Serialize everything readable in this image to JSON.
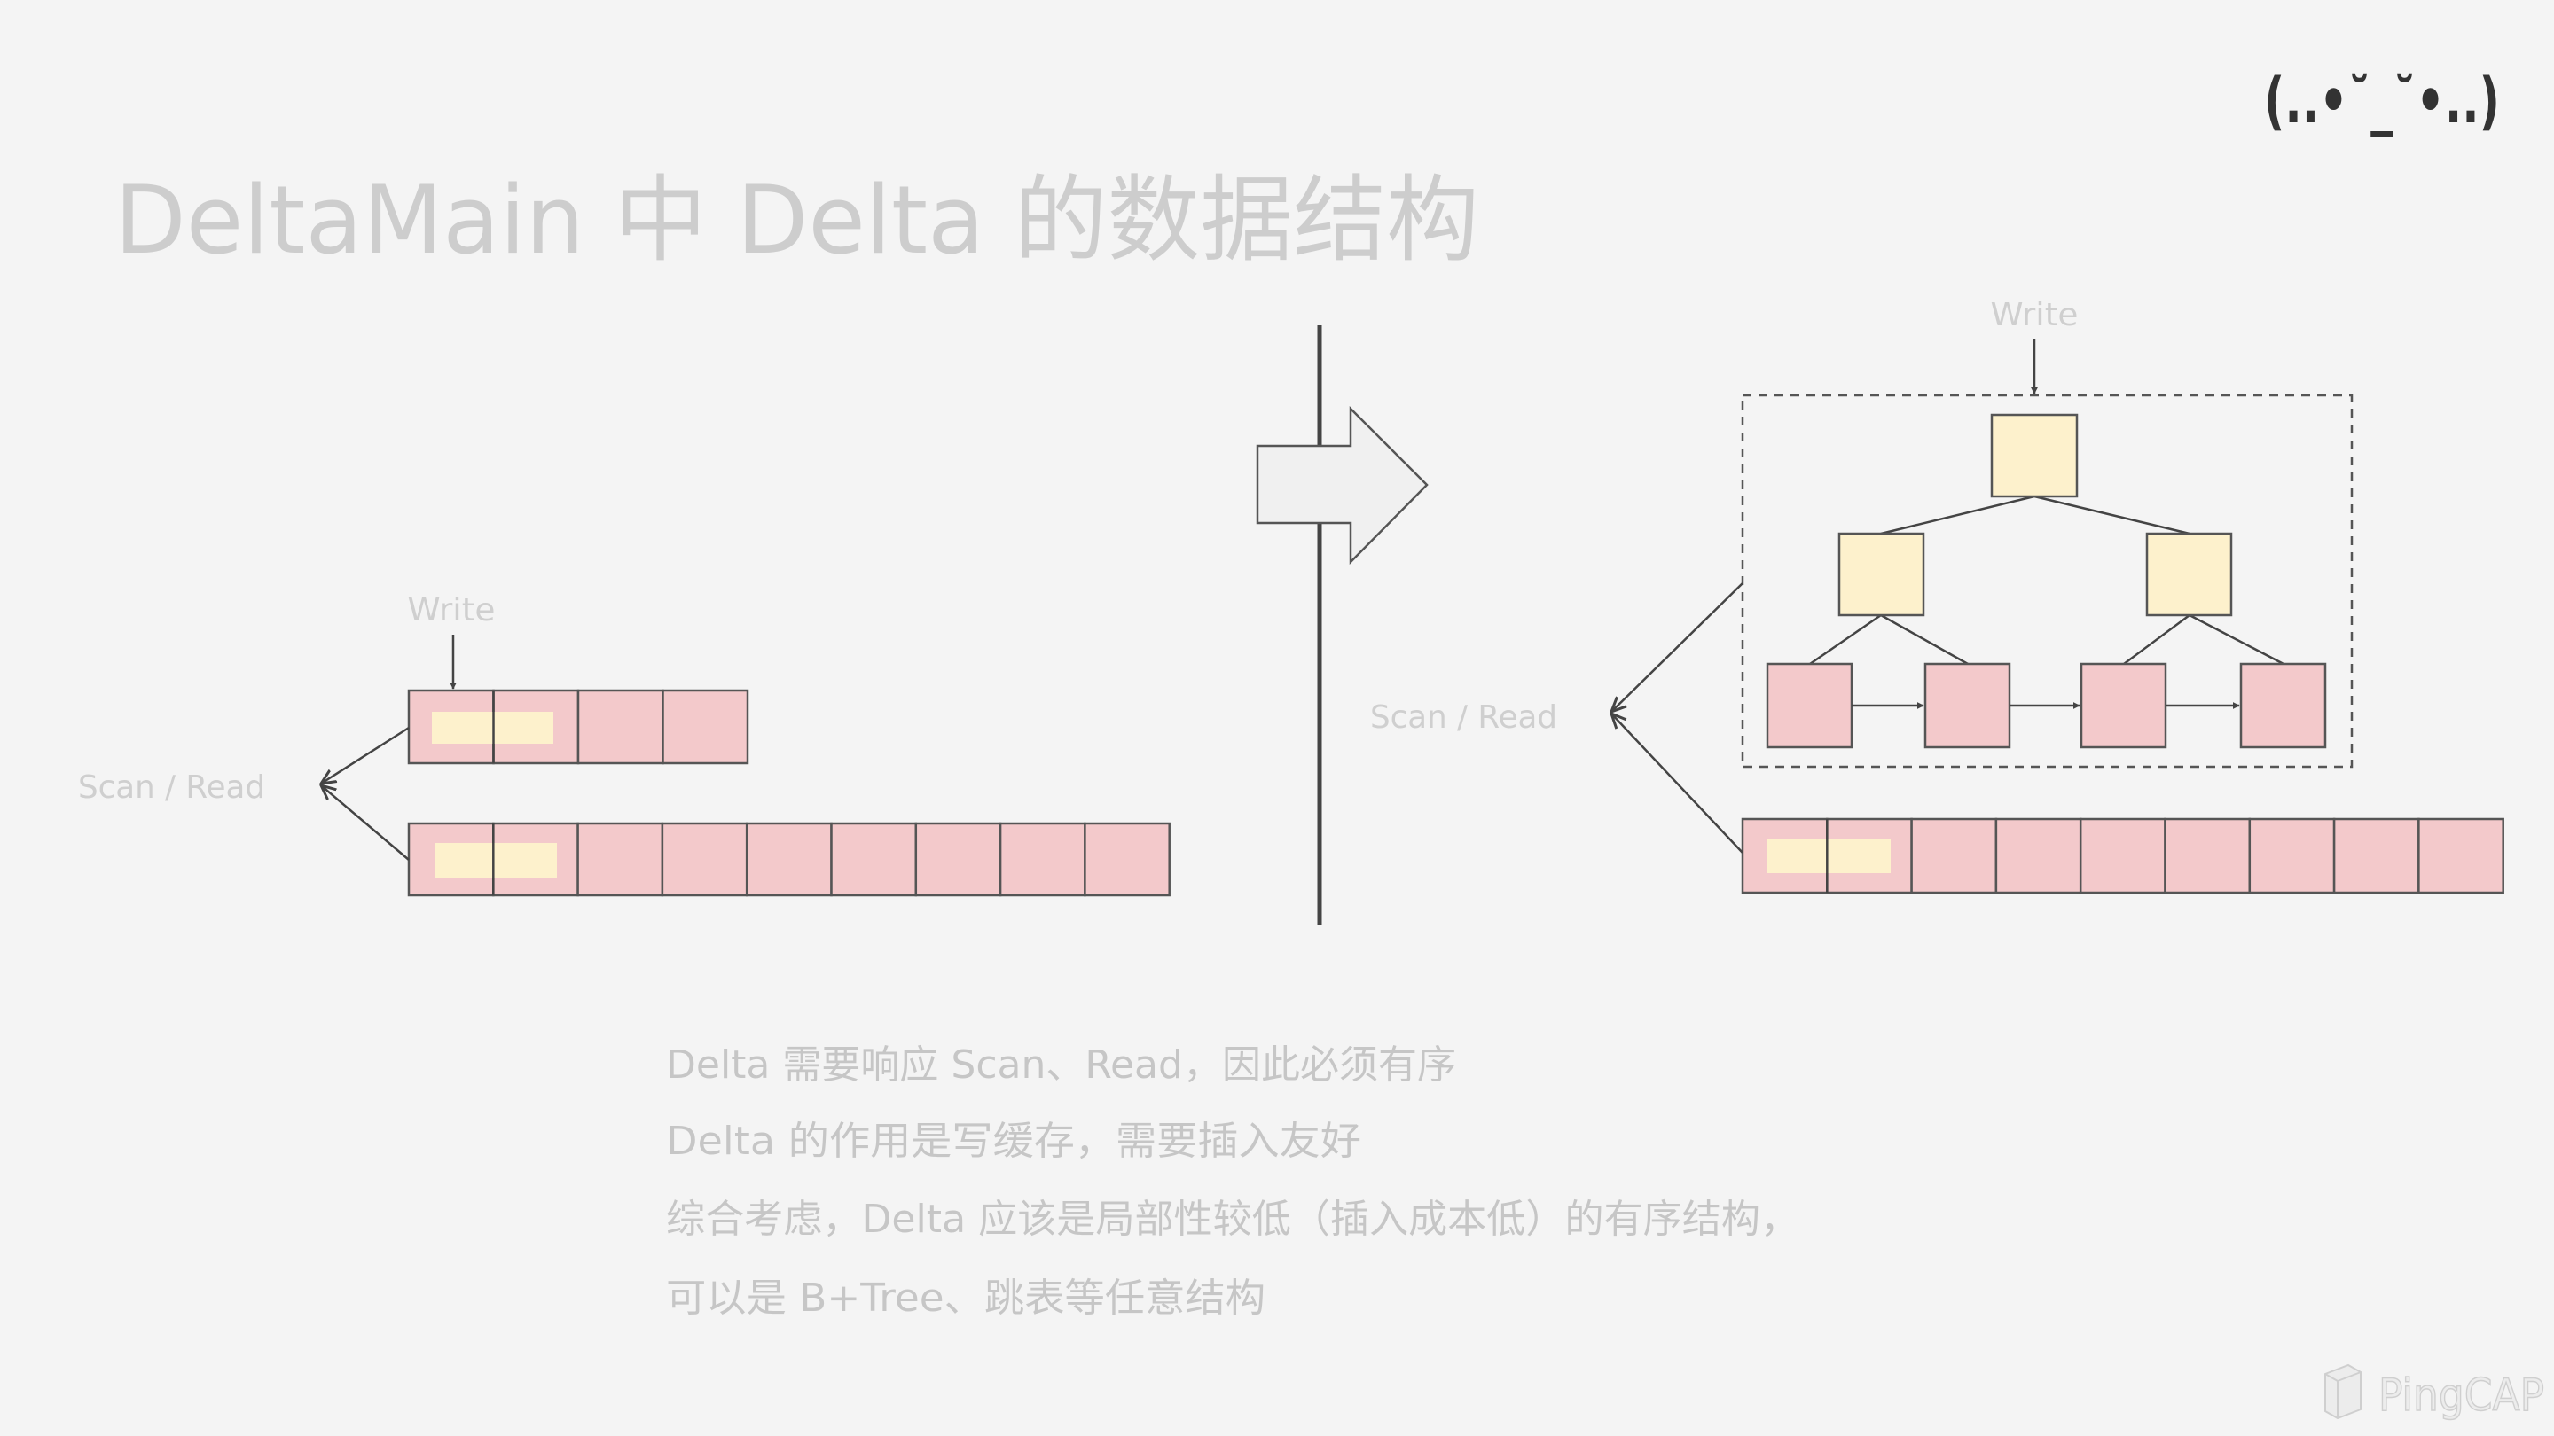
{
  "slide": {
    "title": "DeltaMain 中 Delta 的数据结构",
    "kaomoji": "(..•˘_˘•..)",
    "logo_text": "PingCAP"
  },
  "left_diagram": {
    "write_label": "Write",
    "scan_read_label": "Scan / Read"
  },
  "right_diagram": {
    "write_label": "Write",
    "scan_read_label": "Scan / Read"
  },
  "notes": [
    "Delta 需要响应 Scan、Read，因此必须有序",
    "Delta 的作用是写缓存，需要插入友好",
    "综合考虑，Delta 应该是局部性较低（插入成本低）的有序结构，",
    "可以是 B+Tree、跳表等任意结构"
  ],
  "colors": {
    "background": "#f4f4f4",
    "cell_pink": "#f3c9cb",
    "highlight_yellow": "#fdf1cc",
    "stroke": "#555555",
    "faded_text": "#cdcdcd"
  }
}
